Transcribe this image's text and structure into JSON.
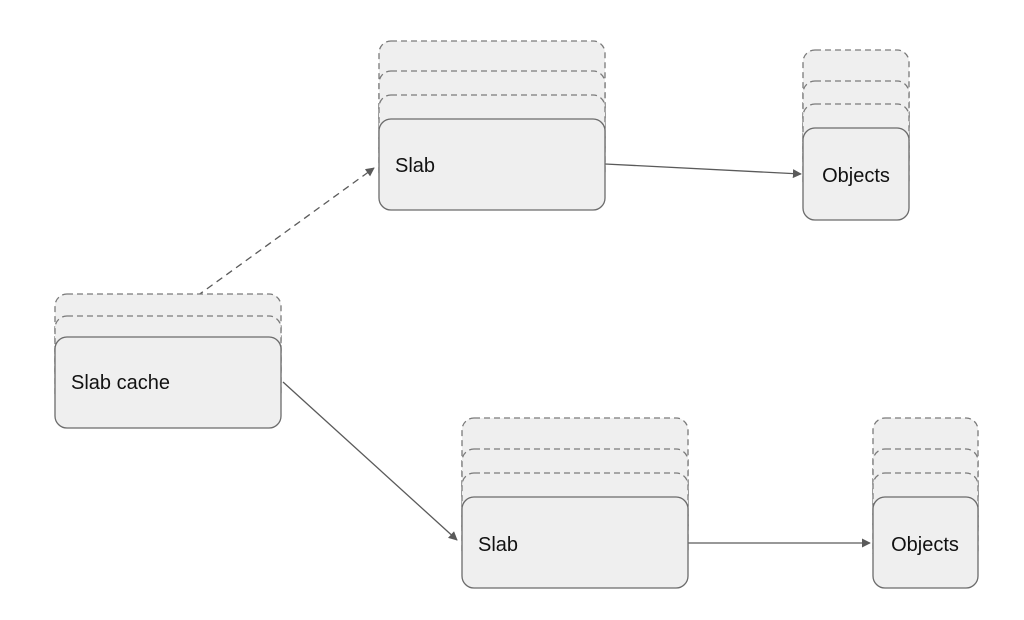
{
  "nodes": {
    "slab_cache": {
      "label": "Slab cache"
    },
    "slab_top": {
      "label": "Slab"
    },
    "slab_bottom": {
      "label": "Slab"
    },
    "objects_top": {
      "label": "Objects"
    },
    "objects_bottom": {
      "label": "Objects"
    }
  },
  "edges": [
    {
      "from": "slab_cache",
      "to": "slab_top",
      "style": "dashed"
    },
    {
      "from": "slab_cache",
      "to": "slab_bottom",
      "style": "solid"
    },
    {
      "from": "slab_top",
      "to": "objects_top",
      "style": "solid"
    },
    {
      "from": "slab_bottom",
      "to": "objects_bottom",
      "style": "solid"
    }
  ],
  "colors": {
    "node_fill": "#efefef",
    "node_stroke": "#6b6b6b",
    "edge": "#5a5a5a"
  }
}
